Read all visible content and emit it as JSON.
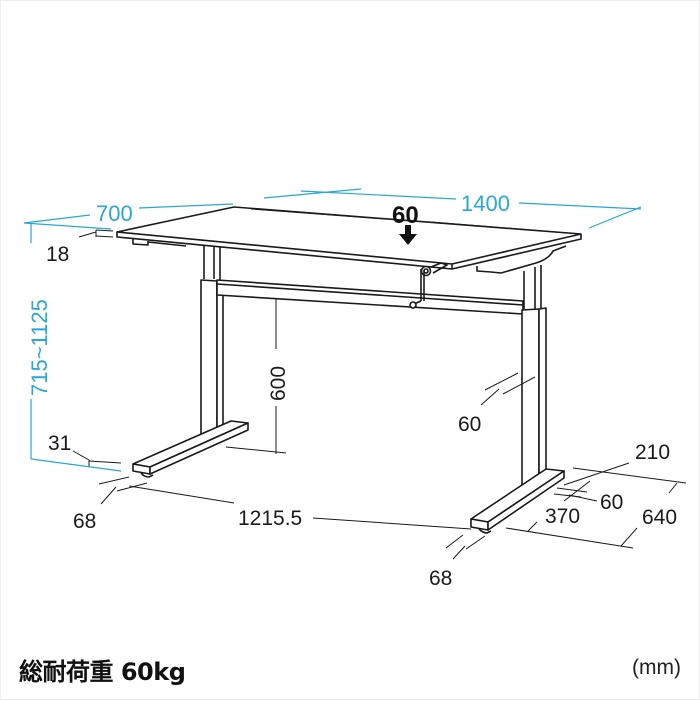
{
  "diagram": {
    "subject": "height-adjustable desk dimensional drawing",
    "unit_label": "(mm)",
    "load_label": "総耐荷重 60kg",
    "colors": {
      "line": "#1a1a1a",
      "overall_dimension": "#29a7d6",
      "background": "#ffffff"
    },
    "dimensions": {
      "depth": "700",
      "width": "1400",
      "top_thickness": "18",
      "height_range": "715~1125",
      "center_load": "60",
      "leg_clearance_height": "600",
      "leg_post_width": "60",
      "foot_height": "31",
      "foot_width_left": "68",
      "inner_leg_span": "1215.5",
      "foot_width_right": "68",
      "foot_rear_offset": "210",
      "post_depth": "60",
      "foot_front_offset": "370",
      "foot_length": "640"
    }
  }
}
